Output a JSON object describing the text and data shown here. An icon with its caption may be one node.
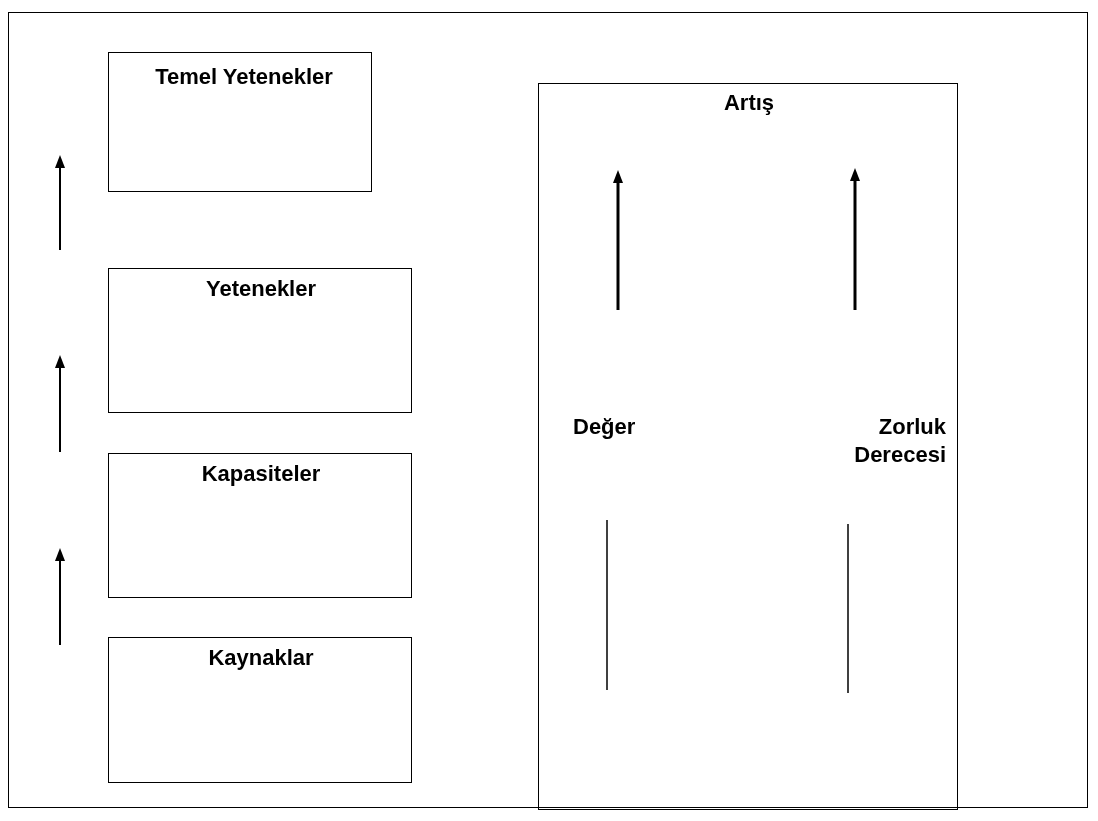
{
  "diagram": {
    "nodes": [
      {
        "text": [
          "Temel Yetenekler"
        ]
      },
      {
        "text": [
          "Yetenekler"
        ]
      },
      {
        "text": [
          "Kapasiteler"
        ]
      },
      {
        "text": [
          "Kaynaklar"
        ]
      },
      {
        "text": [
          "Artış"
        ]
      },
      {
        "text": [
          "Değer"
        ],
        "in": 4
      },
      {
        "text": [
          "Zorluk Derecesi"
        ],
        "in": 4
      }
    ]
  }
}
